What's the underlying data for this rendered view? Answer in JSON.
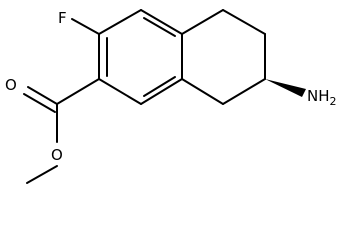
{
  "molecule": {
    "atoms": {
      "fluorine": "F",
      "carbonyl_oxygen": "O",
      "ester_oxygen": "O",
      "amine_prefix": "NH",
      "amine_subscript": "2"
    }
  },
  "colors": {
    "bond": "#000000",
    "text": "#000000",
    "background": "#ffffff"
  }
}
